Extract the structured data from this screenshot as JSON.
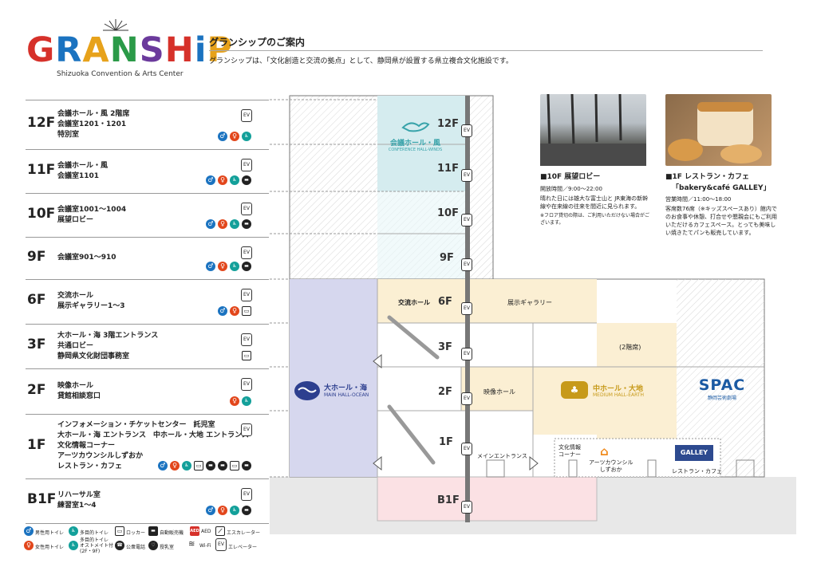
{
  "header": {
    "logo": "GRANSHIP",
    "logo_sub": "Shizuoka Convention & Arts Center",
    "title": "グランシップのご案内",
    "description": "グランシップは、「文化創造と交流の拠点」として、静岡県が設置する県立複合文化施設です。"
  },
  "floors": [
    {
      "label": "12F",
      "rooms": [
        "会議ホール・風 2階席",
        "会議室1201・1201",
        "特別室"
      ]
    },
    {
      "label": "11F",
      "rooms": [
        "会議ホール・風",
        "会議室1101"
      ]
    },
    {
      "label": "10F",
      "rooms": [
        "会議室1001〜1004",
        "展望ロビー"
      ]
    },
    {
      "label": "9F",
      "rooms": [
        "会議室901〜910"
      ]
    },
    {
      "label": "6F",
      "rooms": [
        "交流ホール",
        "展示ギャラリー1〜3"
      ]
    },
    {
      "label": "3F",
      "rooms": [
        "大ホール・海 3階エントランス",
        "共通ロビー",
        "静岡県文化財団事務室"
      ]
    },
    {
      "label": "2F",
      "rooms": [
        "映像ホール",
        "貸館相談窓口"
      ]
    },
    {
      "label": "1F",
      "rooms": [
        "インフォメーション・チケットセンター　託児室",
        "大ホール・海 エントランス　中ホール・大地 エントランス",
        "文化情報コーナー",
        "アーツカウンシルしずおか",
        "レストラン・カフェ"
      ]
    },
    {
      "label": "B1F",
      "rooms": [
        "リハーサル室",
        "練習室1〜4"
      ]
    }
  ],
  "building": {
    "kaze_logo": "会議ホール・風",
    "kaze_sub": "CONFERENCE HALL-WINDS",
    "umi_logo": "大ホール・海",
    "umi_sub": "MAIN HALL-OCEAN",
    "daichi_logo": "中ホール・大地",
    "daichi_sub": "MEDIUM HALL-EARTH",
    "spac_logo": "SPAC",
    "spac_sub": "静岡芸術劇場",
    "koryu": "交流ホール",
    "gallery": "展示ギャラリー",
    "second_seats": "(2階席)",
    "eizo": "映像ホール",
    "main_entrance": "メインエントランス",
    "bunka_corner": "文化情報\nコーナー",
    "arts_council": "アーツカウンシル\nしずおか",
    "galley_logo": "GALLEY",
    "restaurant": "レストラン・カフェ",
    "floor_tags": [
      "12F",
      "11F",
      "10F",
      "9F",
      "6F",
      "3F",
      "2F",
      "1F",
      "B1F"
    ]
  },
  "photos": {
    "lobby": {
      "title": "■10F 展望ロビー",
      "hours": "開放時間／9:00〜22:00",
      "desc": "晴れた日には雄大な富士山と JR東海の新幹線や在来線の往来を間近に見られます。",
      "note": "※フロア貸切の際は、ご利用いただけない場合がございます。"
    },
    "cafe": {
      "title": "■1F レストラン・カフェ",
      "title2": "「bakery&café GALLEY」",
      "hours": "営業時間／11:00〜18:00",
      "desc": "客席数76席（※キッズスペースあり）館内でのお食事や休憩、打合せや懇親会にもご利用いただけるカフェスペース。とっても美味しい焼きたてパンも販売しています。"
    }
  },
  "legend": {
    "men": "男性用トイレ",
    "women": "女性用トイレ",
    "multi": "多目的トイレ",
    "multi_ostomy": "多目的トイレ\nオストメイト付\n(2F・9F)",
    "locker": "ロッカー",
    "phone": "公衆電話",
    "vending": "自動販売機",
    "nursing": "授乳室",
    "aed": "AED",
    "wifi": "Wi-Fi",
    "escalator": "エスカレーター",
    "elevator": "エレベーター"
  }
}
